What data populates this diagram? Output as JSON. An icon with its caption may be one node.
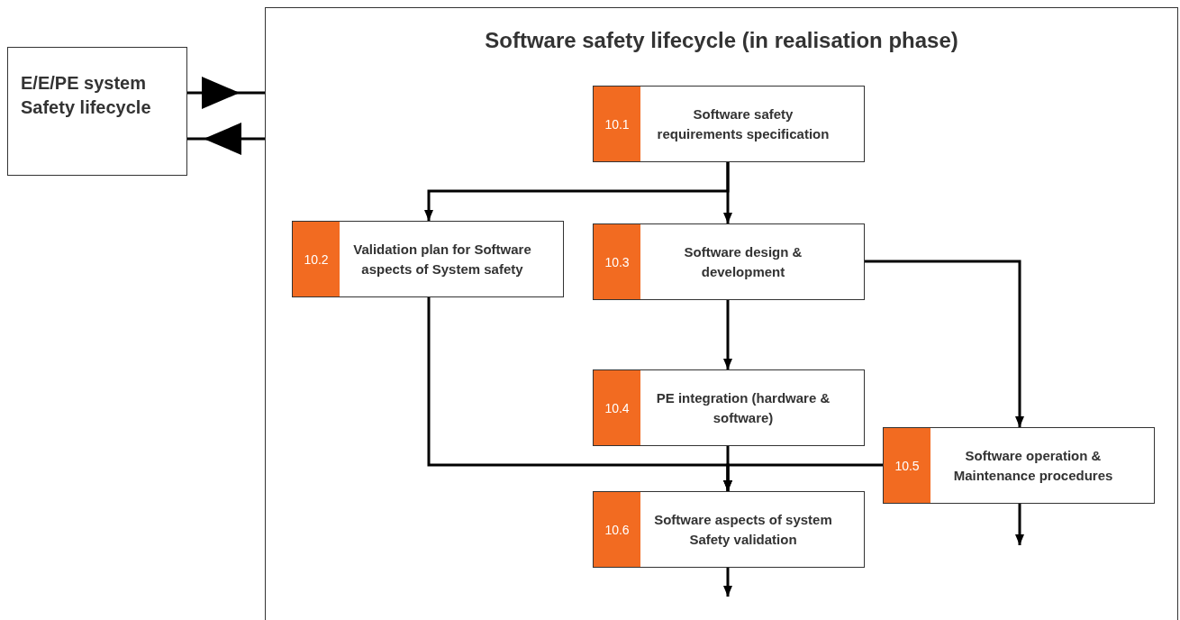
{
  "diagram": {
    "nodes": [
      {
        "text": [
          "E/E/PE system Safety lifecycle"
        ]
      },
      {
        "text": [
          "Software safety lifecycle (in realisation phase)"
        ]
      },
      {
        "text": [
          "10.1",
          "Software safety requirements specification"
        ],
        "in": 1
      },
      {
        "text": [
          "10.2",
          "Validation plan for Software aspects of System safety"
        ],
        "in": 1
      },
      {
        "text": [
          "10.3",
          "Software design & development"
        ],
        "in": 1
      },
      {
        "text": [
          "10.4",
          "PE integration (hardware & software)"
        ],
        "in": 1
      },
      {
        "text": [
          "10.5",
          "Software operation & Maintenance procedures"
        ],
        "in": 1
      },
      {
        "text": [
          "10.6",
          "Software aspects of system Safety validation"
        ],
        "in": 1
      }
    ],
    "edges": [
      {
        "from": 0,
        "to": 1,
        "arrow": "to"
      },
      {
        "from": 1,
        "to": 0,
        "arrow": "to"
      },
      {
        "from": 2,
        "to": 3,
        "arrow": "to"
      },
      {
        "from": 2,
        "to": 4,
        "arrow": "to"
      },
      {
        "from": 4,
        "to": 5,
        "arrow": "to"
      },
      {
        "from": 4,
        "to": 6,
        "arrow": "to"
      },
      {
        "from": 3,
        "to": 7,
        "arrow": "to"
      },
      {
        "from": 5,
        "to": 7,
        "arrow": "to"
      },
      {
        "from": 6,
        "to": 7,
        "arrow": "to"
      },
      {
        "from": 6,
        "to": null,
        "arrow": "to"
      },
      {
        "from": 7,
        "to": null,
        "arrow": "to"
      }
    ]
  }
}
